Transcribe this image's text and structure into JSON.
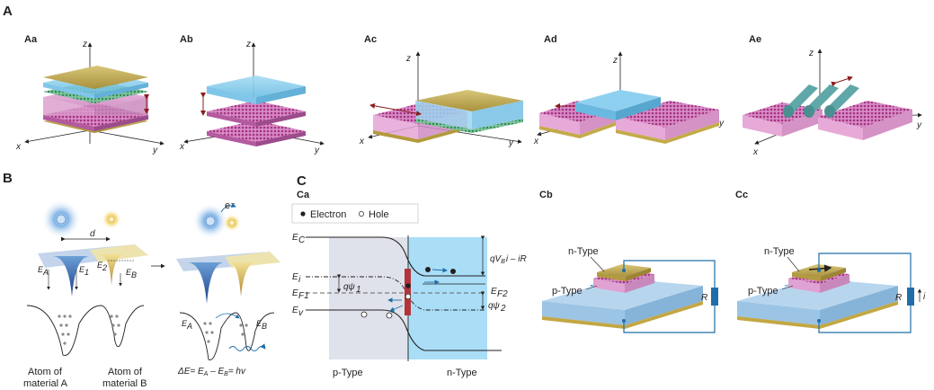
{
  "panels": {
    "A": "A",
    "Aa": "Aa",
    "Ab": "Ab",
    "Ac": "Ac",
    "Ad": "Ad",
    "Ae": "Ae",
    "B": "B",
    "C": "C",
    "Ca": "Ca",
    "Cb": "Cb",
    "Cc": "Cc"
  },
  "axes": {
    "x": "x",
    "y": "y",
    "z": "z"
  },
  "B": {
    "d": "d",
    "EA": "E",
    "EA_sub": "A",
    "E1": "E",
    "E1_sub": "1",
    "E2": "E",
    "E2_sub": "2",
    "EB": "E",
    "EB_sub": "B",
    "EA2": "E",
    "EA2_sub": "A",
    "EB2": "E",
    "EB2_sub": "B",
    "eminus": "e⁻",
    "atomA_line1": "Atom of",
    "atomA_line2": "material A",
    "atomB_line1": "Atom of",
    "atomB_line2": "material B",
    "equation": "ΔE= Eₐ – Eᵦ= hν",
    "eq_delta": "ΔE= E",
    "eq_a": "A",
    "eq_mid": " – E",
    "eq_b": "B",
    "eq_end": "= hv"
  },
  "Ca": {
    "legend_electron": "Electron",
    "legend_hole": "Hole",
    "Ec": "E",
    "Ec_sub": "C",
    "Ei": "E",
    "Ei_sub": "i",
    "EF1": "E",
    "EF1_sub": "F1",
    "Ev": "E",
    "Ev_sub": "v",
    "EF2": "E",
    "EF2_sub": "F2",
    "qpsi1": "qψ",
    "qpsi1_sub": "1",
    "qpsi2": "qψ",
    "qpsi2_sub": "2",
    "qVB": "qV",
    "qVB_sub": "B",
    "qVB_rest": "i – iR",
    "ptype": "p-Type",
    "ntype": "n-Type"
  },
  "Cb": {
    "ntype": "n-Type",
    "ptype": "p-Type",
    "R": "R"
  },
  "Cc": {
    "ntype": "n-Type",
    "ptype": "p-Type",
    "R": "R",
    "i": "i"
  },
  "colors": {
    "gold": "#c7b056",
    "blue": "#8fd0ee",
    "pink": "#e79bd3",
    "magenta": "#c2338f",
    "substrate": "#a9cbe7",
    "pside": "#d8dbe4",
    "nside": "#9bdcf7",
    "wire": "#1f6ea8"
  }
}
